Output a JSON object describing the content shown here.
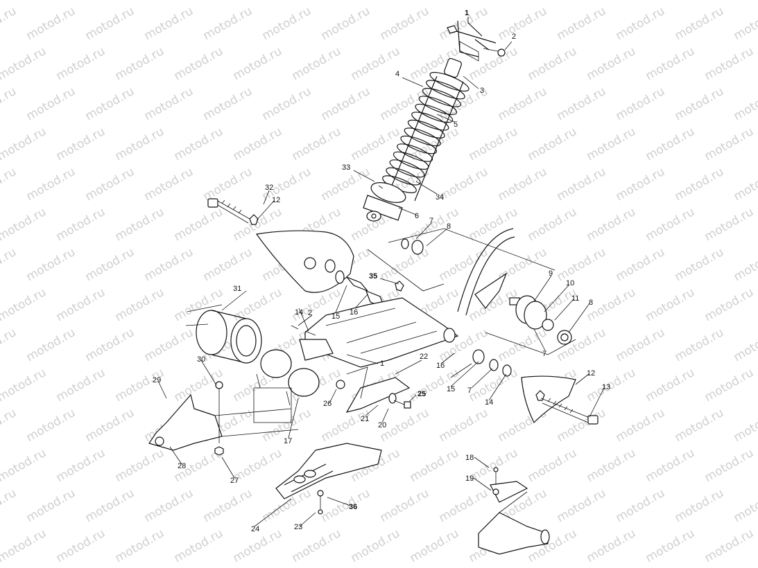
{
  "watermark": {
    "text": "motod.ru",
    "color": "#cfcfcf"
  },
  "callouts": [
    "1",
    "2",
    "3",
    "4",
    "5",
    "33",
    "34",
    "6",
    "32",
    "12",
    "7",
    "8",
    "35",
    "9",
    "10",
    "11",
    "8",
    "31",
    "14",
    "15",
    "16",
    "2",
    "1",
    "22",
    "16",
    "15",
    "7",
    "14",
    "12",
    "13",
    "30",
    "29",
    "28",
    "27",
    "26",
    "17",
    "21",
    "20",
    "25",
    "18",
    "19",
    "36",
    "24",
    "23",
    "7"
  ]
}
